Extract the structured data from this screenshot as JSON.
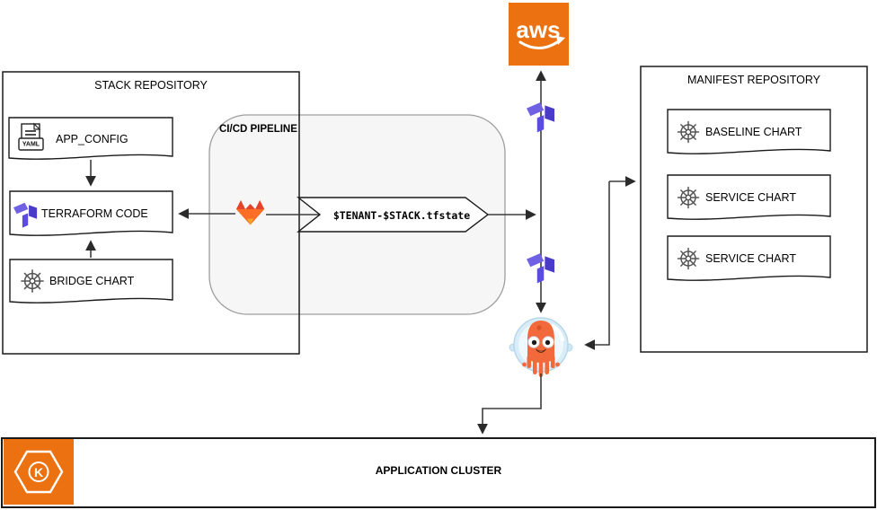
{
  "diagram": {
    "stack_repository": {
      "title": "STACK REPOSITORY",
      "app_config_label": "APP_CONFIG",
      "terraform_code_label": "TERRAFORM CODE",
      "bridge_chart_label": "BRIDGE CHART",
      "yaml_badge": "YAML"
    },
    "cicd_pipeline": {
      "title": "CI/CD PIPELINE",
      "tfstate_label": "$TENANT-$STACK.tfstate"
    },
    "aws_logo_text": "aws",
    "manifest_repository": {
      "title": "MANIFEST REPOSITORY",
      "baseline_chart_label": "BASELINE CHART",
      "service_chart_1_label": "SERVICE CHART",
      "service_chart_2_label": "SERVICE CHART"
    },
    "application_cluster": {
      "title": "APPLICATION CLUSTER",
      "eks_letter": "K"
    }
  },
  "icons": [
    "yaml-file-icon",
    "terraform-icon",
    "helm-wheel-icon",
    "gitlab-icon",
    "aws-logo",
    "argocd-octopus-icon",
    "eks-kubernetes-icon"
  ],
  "colors": {
    "aws_orange": "#EC7211",
    "eks_orange": "#EC7211",
    "gitlab_red": "#E24329",
    "gitlab_orange": "#FC6D26",
    "gitlab_amber": "#FCA326",
    "terraform_light": "#7061E4",
    "terraform_mid": "#5B4BE0",
    "terraform_dark": "#4A3BC8",
    "argo_orange": "#F2693C",
    "argo_spot": "#DC5226",
    "argo_helmet_fill": "#EEF8FD",
    "argo_helmet_ring": "#D9EDF8",
    "pipeline_fill": "#F5F5F5"
  }
}
